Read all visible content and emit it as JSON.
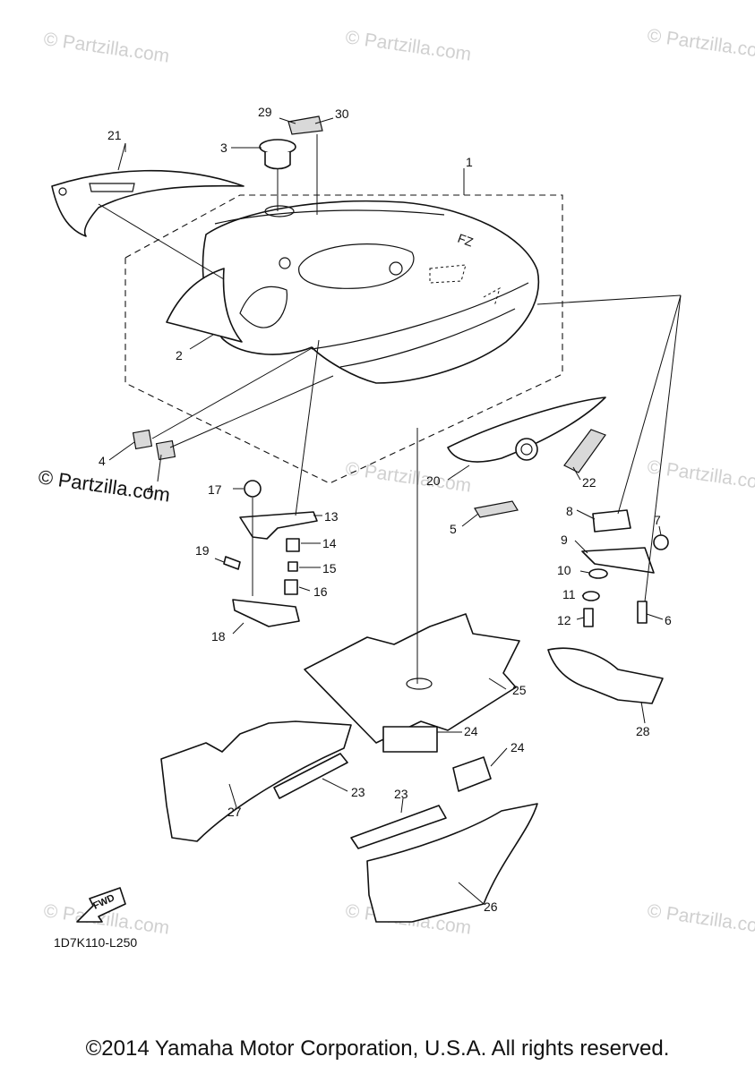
{
  "watermark": "© Partzilla.com",
  "brand_label": "© Partzilla.com",
  "diagram_code": "1D7K110-L250",
  "fwd_label": "FWD",
  "copyright": "©2014 Yamaha Motor Corporation, U.S.A. All rights reserved.",
  "callouts": {
    "c1": "1",
    "c2": "2",
    "c3": "3",
    "c4a": "4",
    "c4b": "4",
    "c5": "5",
    "c6": "6",
    "c7": "7",
    "c8": "8",
    "c9": "9",
    "c10": "10",
    "c11": "11",
    "c12": "12",
    "c13": "13",
    "c14": "14",
    "c15": "15",
    "c16": "16",
    "c17": "17",
    "c18": "18",
    "c19": "19",
    "c20": "20",
    "c21": "21",
    "c22": "22",
    "c23a": "23",
    "c23b": "23",
    "c24a": "24",
    "c24b": "24",
    "c25": "25",
    "c26": "26",
    "c27": "27",
    "c28": "28",
    "c29": "29",
    "c30": "30"
  }
}
